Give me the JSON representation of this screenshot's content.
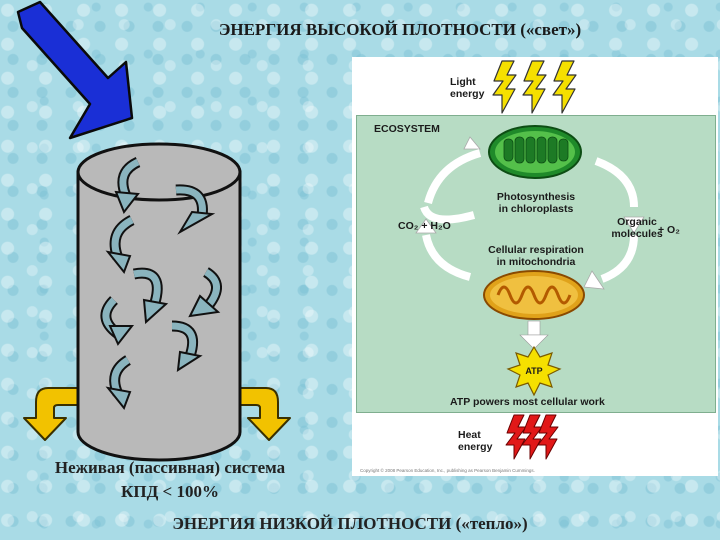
{
  "slide": {
    "top_title": "ЭНЕРГИЯ ВЫСОКОЙ ПЛОТНОСТИ («свет»)",
    "bottom_title": "ЭНЕРГИЯ НИЗКОЙ ПЛОТНОСТИ («тепло»)",
    "caption_line1": "Неживая (пассивная) система",
    "caption_line2": "КПД < 100%"
  },
  "figure": {
    "light_energy": [
      "Light",
      "energy"
    ],
    "ecosystem": "ECOSYSTEM",
    "photosynthesis": [
      "Photosynthesis",
      "in chloroplasts"
    ],
    "respiration": [
      "Cellular respiration",
      "in mitochondria"
    ],
    "co2_h2o": "CO₂ + H₂O",
    "organic": [
      "Organic",
      "molecules"
    ],
    "o2": "+ O₂",
    "atp": "ATP",
    "atp_work": "ATP powers most cellular work",
    "heat_energy": [
      "Heat",
      "energy"
    ],
    "copyright": "Copyright © 2008 Pearson Education, Inc., publishing as Pearson Benjamin Cummings."
  },
  "colors": {
    "background": "#a9dbe6",
    "big_arrow": "#1a2fd6",
    "cylinder": "#b9b9b9",
    "output_arrows": "#f2c200",
    "light_bolts": "#f5e000",
    "heat_bolts": "#e11818",
    "ecosystem_box": "#b7dcc4"
  },
  "icons": [
    "light-bolt-icon",
    "chloroplast-icon",
    "mitochondrion-icon",
    "atp-burst-icon",
    "heat-bolt-icon"
  ]
}
